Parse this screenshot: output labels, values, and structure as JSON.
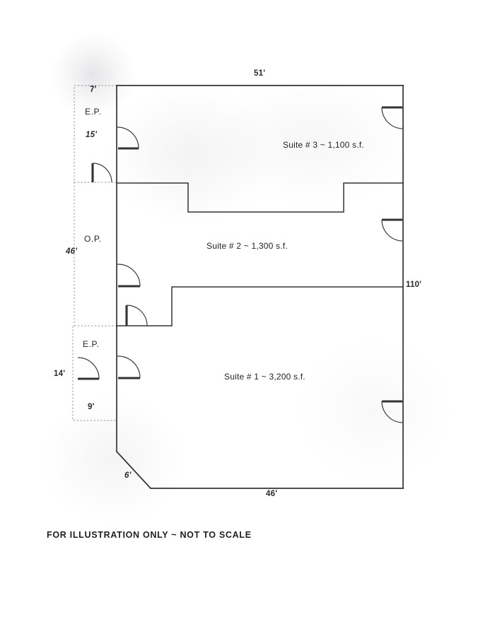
{
  "document": {
    "type": "floor-plan",
    "disclaimer": "FOR ILLUSTRATION ONLY ~ NOT TO SCALE"
  },
  "suites": [
    {
      "id": "suite-3",
      "label": "Suite # 3 ~ 1,100 s.f.",
      "number": "3",
      "area_sf": "1,100"
    },
    {
      "id": "suite-2",
      "label": "Suite # 2 ~ 1,300 s.f.",
      "number": "2",
      "area_sf": "1,300"
    },
    {
      "id": "suite-1",
      "label": "Suite # 1 ~ 3,200 s.f.",
      "number": "1",
      "area_sf": "3,200"
    }
  ],
  "dimensions": {
    "top": "51'",
    "right": "110'",
    "bottom": "46'",
    "upper_patio_width": "7'",
    "upper_patio_height": "15'",
    "open_patio_height": "46'",
    "lower_patio_height": "14'",
    "lower_patio_width": "9'",
    "angled_corner": "6'"
  },
  "annotations": [
    {
      "id": "ep-upper",
      "label": "E.P."
    },
    {
      "id": "op-middle",
      "label": "O.P."
    },
    {
      "id": "ep-lower",
      "label": "E.P."
    }
  ],
  "colors": {
    "wall": "#333333",
    "dashed": "#8a8a8a",
    "background": "#ffffff",
    "text": "#232323"
  }
}
